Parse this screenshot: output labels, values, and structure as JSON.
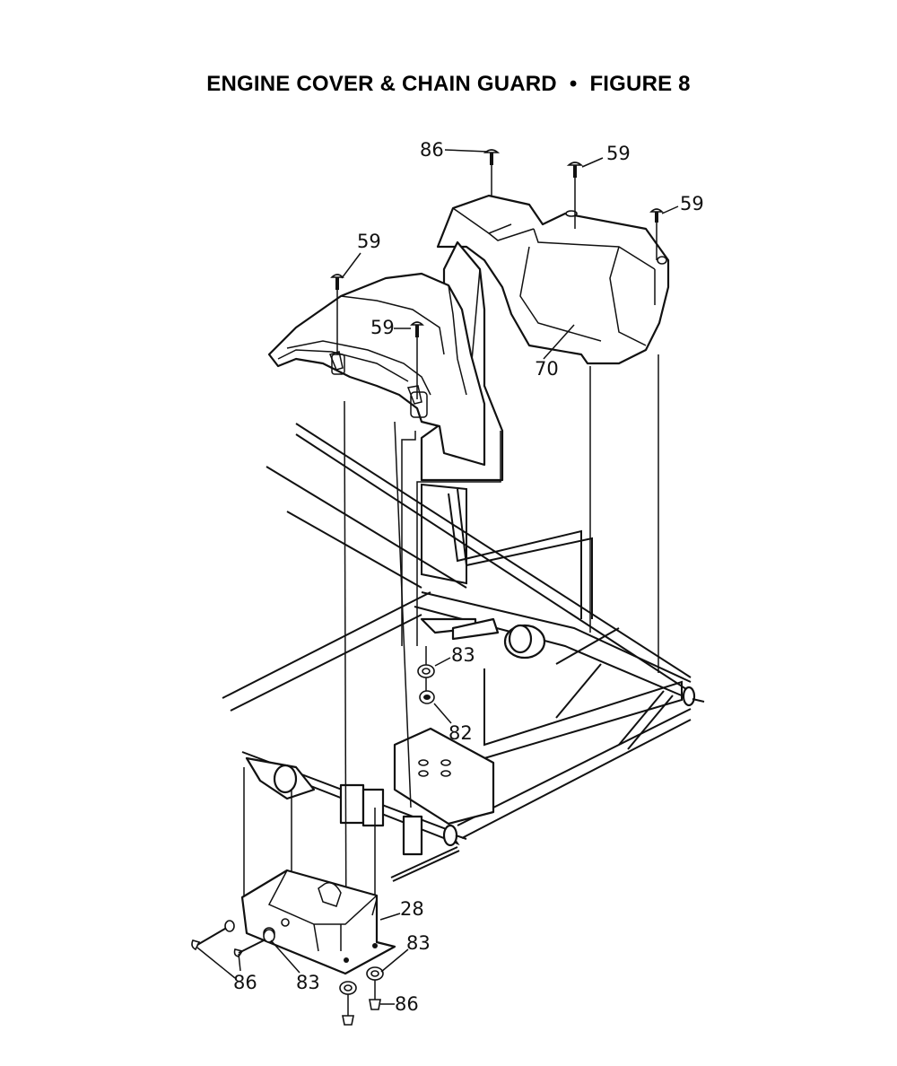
{
  "title": {
    "left": "ENGINE COVER & CHAIN GUARD",
    "separator": "•",
    "right": "FIGURE 8"
  },
  "callouts": {
    "c86_top": "86",
    "c59_top_mid": "59",
    "c59_top_right": "59",
    "c59_left": "59",
    "c59_inner": "59",
    "c70": "70",
    "c83_mid": "83",
    "c82": "82",
    "c28": "28",
    "c83_bottom_right": "83",
    "c86_bottom_left": "86",
    "c83_bottom_left": "83",
    "c86_bottom_right": "86"
  }
}
